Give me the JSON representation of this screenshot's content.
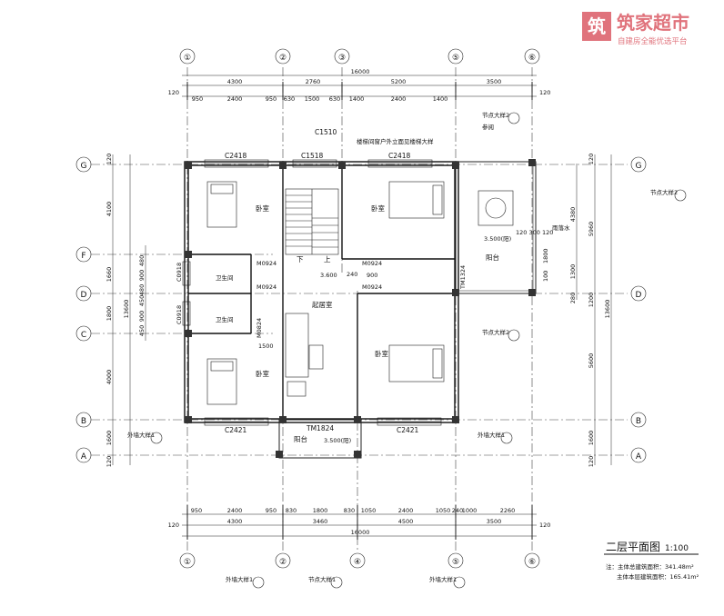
{
  "logo": {
    "brand": "筑家超市",
    "tagline": "自建房全能优选平台",
    "color": "#e0737c"
  },
  "axes_top": [
    "①",
    "②",
    "③",
    "⑤",
    "⑥"
  ],
  "axes_bottom": [
    "①",
    "②",
    "④",
    "⑤",
    "⑥"
  ],
  "axes_left": [
    "G",
    "F",
    "D",
    "C",
    "B",
    "A"
  ],
  "axes_right": [
    "G",
    "D",
    "B",
    "A"
  ],
  "dims_top": {
    "total": "16000",
    "row1": [
      "4300",
      "2760",
      "5200",
      "3500"
    ],
    "row2": [
      "120",
      "950",
      "2400",
      "950",
      "630",
      "1500",
      "630",
      "1400",
      "2400",
      "1400",
      "120"
    ]
  },
  "dims_bottom": {
    "total": "16000",
    "row1": [
      "4300",
      "3460",
      "4500",
      "3500"
    ],
    "row2": [
      "120",
      "950",
      "2400",
      "950",
      "830",
      "1800",
      "830",
      "1050",
      "2400",
      "1050",
      "240",
      "1000",
      "2260",
      "120"
    ]
  },
  "dims_left": {
    "outer": [
      "120",
      "4100",
      "1660",
      "1800",
      "4000",
      "1600",
      "120"
    ],
    "inner": [
      "480",
      "900",
      "480",
      "450",
      "900",
      "450"
    ],
    "total": "13600"
  },
  "dims_right": {
    "outer": [
      "120",
      "5960",
      "1200",
      "5600",
      "1600",
      "120"
    ],
    "inner": [
      "4380",
      "1300",
      "280"
    ],
    "total": "13600"
  },
  "rooms": {
    "bedroom": "卧室",
    "bathroom": "卫生间",
    "living": "起居室",
    "balcony": "阳台",
    "up": "上",
    "down": "下"
  },
  "labels": {
    "c1510": "C1510",
    "c1518": "C1518",
    "c2418": "C2418",
    "c2421": "C2421",
    "c0918": "C0918",
    "m0924": "M0924",
    "m0824": "M0824",
    "tm1324": "TM1324",
    "tm1824": "TM1824",
    "elev1": "3.600",
    "elev2": "3.500(阳)",
    "d240": "240",
    "d900": "900",
    "d1500": "1500",
    "d100": "100",
    "d1800b": "1800",
    "d120_300_120": "120 300 120",
    "note_window": "楼梯间窗户外立面见楼梯大样",
    "detail": "节点大样2",
    "detail_ext": "外墙大样1",
    "detail_node1": "节点大样1",
    "detail_sub": "参阅",
    "drainpipe": "雨落水"
  },
  "title": {
    "name": "二层平面图",
    "scale": "1:100"
  },
  "notes": {
    "total_area": "注：主体总建筑面积：341.48m²",
    "floor_area": "主体本层建筑面积：165.41m²"
  }
}
